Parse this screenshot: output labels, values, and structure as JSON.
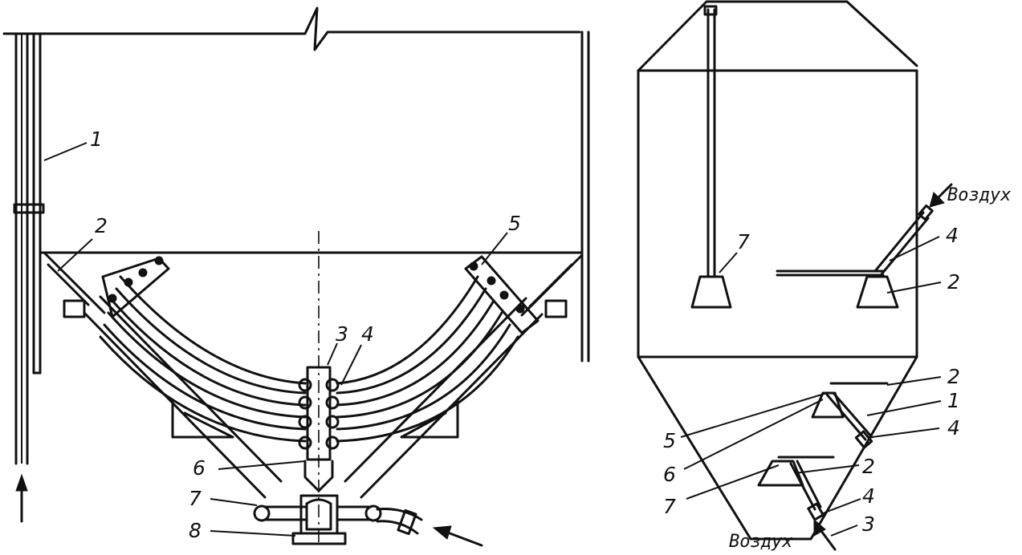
{
  "left_view": {
    "labels": [
      "1",
      "2",
      "3",
      "4",
      "5",
      "6",
      "7",
      "8"
    ]
  },
  "right_view": {
    "labels": [
      "7",
      "4",
      "2",
      "2",
      "1",
      "4",
      "5",
      "6",
      "2",
      "7",
      "4",
      "3"
    ],
    "air_top": "Воздух",
    "air_bottom": "Воздух"
  },
  "colors": {
    "ink": "#111111",
    "paper": "#ffffff"
  }
}
